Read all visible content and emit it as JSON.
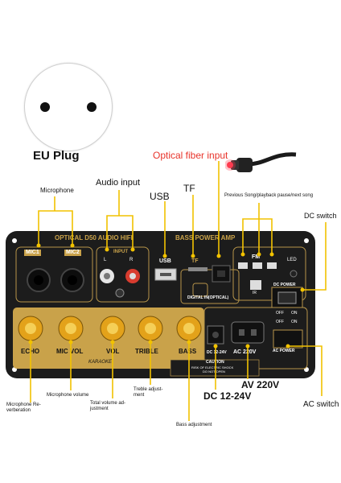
{
  "plug": {
    "label": "EU Plug"
  },
  "callouts_top": {
    "optical": "Optical fiber input",
    "microphone": "Microphone",
    "audio_input": "Audio input",
    "usb": "USB",
    "tf": "TF",
    "song_control": "Previous Song/playback pause/next song",
    "dc_switch": "DC switch"
  },
  "board": {
    "title_left": "OPTICAL D50 AUDIO HIFI",
    "title_right": "BASS POWER AMP",
    "mic1": "MIC1",
    "mic2": "MIC2",
    "input_label": "INPUT",
    "input_l": "L",
    "input_r": "R",
    "usb_label": "USB",
    "tf_label": "TF",
    "fm_label": "FM",
    "led_label": "LED",
    "digital_label": "DIGITAL IN(OPTICAL)",
    "ir_label": "IR",
    "dc_power": "DC POWER",
    "off": "OFF",
    "on": "ON",
    "knobs": [
      "ECHO",
      "MIC VOL",
      "VOL",
      "TRIBLE",
      "BASS"
    ],
    "karaoke": "KARAOKE",
    "dc_port": "DC 12-24V",
    "ac_port": "AC 220V",
    "ac_power": "AC POWER",
    "caution_title": "CAUTION",
    "caution_line1": "RISK OF ELECTRIC SHOCK",
    "caution_line2": "DO NOT OPEN"
  },
  "callouts_bottom": {
    "echo": "Microphone Re-\nverberation",
    "mic_vol": "Microphone volume",
    "vol": "Total volume ad-\njustment",
    "treble": "Treble adjust-\nment",
    "bass": "Bass adjustment",
    "dc": "DC 12-24V",
    "ac": "AV 220V",
    "ac_switch": "AC switch"
  },
  "colors": {
    "callout": "#f2c200",
    "optical_text": "#e8332a",
    "board": "#1c1c1c",
    "gold": "#c9a24a"
  }
}
